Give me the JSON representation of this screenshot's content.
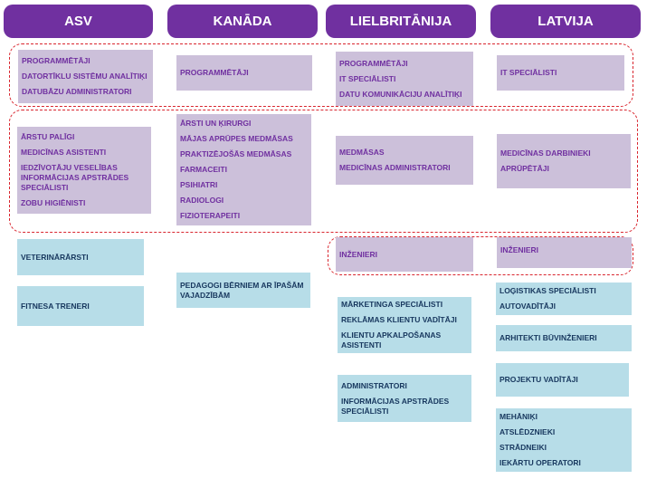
{
  "headers": [
    "ASV",
    "KANĀDA",
    "LIELBRITĀNIJA",
    "LATVIJA"
  ],
  "boxes": {
    "asv_it": [
      "PROGRAMMĒTĀJI",
      "DATORTĪKLU SISTĒMU ANALĪTIĶI",
      "DATUBĀZU ADMINISTRATORI"
    ],
    "kan_it": [
      "PROGRAMMĒTĀJI"
    ],
    "uk_it": [
      "PROGRAMMĒTĀJI",
      "IT SPECIĀLISTI",
      "DATU KOMUNIKĀCIJU ANALĪTIĶI"
    ],
    "lv_it": [
      "IT SPECIĀLISTI"
    ],
    "asv_health": [
      "ĀRSTU PALĪGI",
      "MEDICĪNAS ASISTENTI",
      "IEDZĪVOTĀJU VESELĪBAS INFORMĀCIJAS APSTRĀDES SPECIĀLISTI",
      "ZOBU HIGIĒNISTI"
    ],
    "kan_health": [
      "ĀRSTI UN ĶIRURGI",
      "MĀJAS APRŪPES MEDMĀSAS",
      "PRAKTIZĒJOŠĀS MEDMĀSAS",
      "FARMACEITI",
      "PSIHIATRI",
      "RADIOLOGI",
      "FIZIOTERAPEITI"
    ],
    "uk_health": [
      "MEDMĀSAS",
      "MEDICĪNAS ADMINISTRATORI"
    ],
    "lv_health": [
      "MEDICĪNAS DARBINIEKI",
      "APRŪPĒTĀJI"
    ],
    "uk_eng": [
      "INŽENIERI"
    ],
    "lv_eng": [
      "INŽENIERI"
    ],
    "asv_vet": [
      "VETERINĀRĀRSTI"
    ],
    "asv_fit": [
      "FITNESA TRENERI"
    ],
    "kan_ped": [
      "PEDAGOGI BĒRNIEM AR ĪPAŠĀM VAJADZĪBĀM"
    ],
    "uk_mark": [
      "MĀRKETINGA SPECIĀLISTI",
      "REKLĀMAS KLIENTU VADĪTĀJI",
      "KLIENTU APKALPOŠANAS ASISTENTI"
    ],
    "uk_adm": [
      "ADMINISTRATORI",
      "INFORMĀCIJAS APSTRĀDES SPECIĀLISTI"
    ],
    "lv_log": [
      "LOĢISTIKAS SPECIĀLISTI",
      "AUTOVADĪTĀJI"
    ],
    "lv_arh": [
      "ARHITEKTI BŪVINŽENIERI"
    ],
    "lv_proj": [
      "PROJEKTU VADĪTĀJI"
    ],
    "lv_meh": [
      "MEHĀNIĶI",
      "ATSLĒDZNIEKI",
      "STRĀDNEIKI",
      "IEKĀRTU OPERATORI"
    ]
  }
}
